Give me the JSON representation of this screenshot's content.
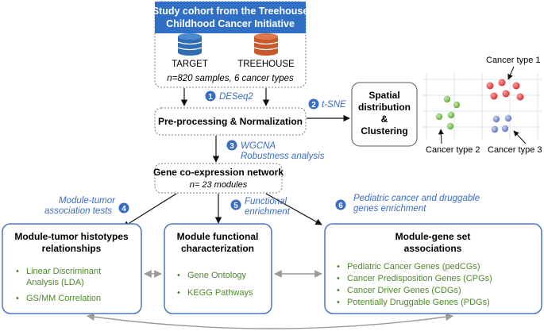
{
  "cohort": {
    "header_line1": "Study cohort from the Treehouse",
    "header_line2": "Childhood Cancer Initiative",
    "db1": "TARGET",
    "db2": "TREEHOUSE",
    "summary": "n=820 samples, 6 cancer types"
  },
  "colors": {
    "header_blue": "#2f6fc6",
    "box_border_blue": "#4a76c8",
    "step_circle": "#3a6cc4",
    "db_blue": "#2f6bb0",
    "db_orange": "#c8572a",
    "green_text": "#4e8a2a",
    "cluster_red": "#e53935",
    "cluster_green": "#6fb84b",
    "cluster_blue": "#6d86c4"
  },
  "steps": {
    "s1": {
      "num": "1",
      "label": "DESeq2"
    },
    "s2": {
      "num": "2",
      "label": "t-SNE"
    },
    "s3": {
      "num": "3",
      "line1": "WGCNA",
      "line2": "Robustness analysis"
    },
    "s4": {
      "num": "4",
      "line1": "Module-tumor",
      "line2": "association tests"
    },
    "s5": {
      "num": "5",
      "line1": "Functional",
      "line2": "enrichment"
    },
    "s6": {
      "num": "6",
      "line1": "Pediatric cancer and druggable",
      "line2": "genes enrichment"
    }
  },
  "preprocess": {
    "label": "Pre-processing & Normalization"
  },
  "spatial": {
    "line1": "Spatial",
    "line2": "distribution",
    "line3": "&",
    "line4": "Clustering"
  },
  "scatter": {
    "type1": "Cancer type 1",
    "type2": "Cancer type 2",
    "type3": "Cancer type 3"
  },
  "network": {
    "title": "Gene co-expression network",
    "subtitle": "n= 23 modules"
  },
  "box1": {
    "title1": "Module-tumor histotypes",
    "title2": "relationships",
    "items": [
      "Linear Discriminant",
      "Analysis (LDA)",
      "GS/MM Correlation"
    ]
  },
  "box2": {
    "title1": "Module functional",
    "title2": "characterization",
    "items": [
      "Gene Ontology",
      "KEGG Pathways"
    ]
  },
  "box3": {
    "title1": "Module-gene set",
    "title2": "associations",
    "items": [
      "Pediatric Cancer Genes (pedCGs)",
      "Cancer Predisposition Genes (CPGs)",
      "Cancer Driver Genes (CDGs)",
      "Potentially Druggable Genes (PDGs)"
    ]
  }
}
